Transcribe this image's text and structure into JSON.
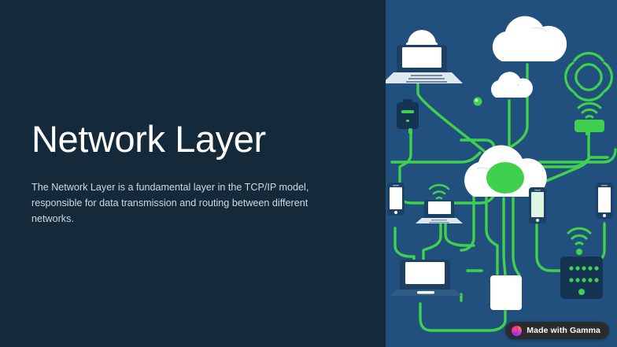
{
  "slide": {
    "title": "Network Layer",
    "body": "The Network Layer is a fundamental layer in the TCP/IP model, responsible for data transmission and routing between different networks."
  },
  "badge": {
    "label": "Made with Gamma",
    "logo_icon": "gamma-logo-icon"
  },
  "colors": {
    "left_background": "#14293a",
    "right_background": "#22507e",
    "title_text": "#ffffff",
    "body_text": "#cfd9e0",
    "accent_green": "#3fd14d",
    "device_navy": "#1d4164",
    "device_white": "#ffffff",
    "badge_background": "#2b2b2f"
  },
  "illustration": {
    "name": "network-diagram-illustration",
    "description": "Network topology illustration with a central green cloud connected by green cables to laptops, smartphones, clouds, routers, a server rack and wireless signal icons",
    "nodes": [
      {
        "id": "laptop-top-left",
        "icon": "laptop-icon",
        "label": "Laptop"
      },
      {
        "id": "dome-top-left",
        "icon": "dome-icon",
        "label": "Dome"
      },
      {
        "id": "modem-left",
        "icon": "modem-icon",
        "label": "Modem"
      },
      {
        "id": "cloud-large-top",
        "icon": "cloud-icon",
        "label": "Cloud"
      },
      {
        "id": "cloud-small-mid",
        "icon": "cloud-icon",
        "label": "Small Cloud"
      },
      {
        "id": "dot-indicator",
        "icon": "status-dot-icon",
        "label": "Status Dot"
      },
      {
        "id": "signal-burst-right",
        "icon": "wireless-signal-icon",
        "label": "Wireless Signal"
      },
      {
        "id": "wifi-fan-right",
        "icon": "wifi-icon",
        "label": "WiFi"
      },
      {
        "id": "router-green-right",
        "icon": "router-icon",
        "label": "Router"
      },
      {
        "id": "cloud-center",
        "icon": "cloud-core-icon",
        "label": "Network Cloud"
      },
      {
        "id": "phone-left",
        "icon": "smartphone-icon",
        "label": "Smartphone"
      },
      {
        "id": "laptop-small-wifi",
        "icon": "laptop-wifi-icon",
        "label": "Wireless Laptop"
      },
      {
        "id": "phone-mint-center",
        "icon": "smartphone-icon",
        "label": "Smartphone"
      },
      {
        "id": "phone-right",
        "icon": "smartphone-icon",
        "label": "Smartphone"
      },
      {
        "id": "laptop-bottom-left",
        "icon": "laptop-icon",
        "label": "Laptop"
      },
      {
        "id": "switch-white-bottom",
        "icon": "switch-icon",
        "label": "Network Switch"
      },
      {
        "id": "wifi-server-right",
        "icon": "wifi-icon",
        "label": "WiFi"
      },
      {
        "id": "server-rack-right",
        "icon": "server-rack-icon",
        "label": "Server Rack"
      }
    ]
  }
}
